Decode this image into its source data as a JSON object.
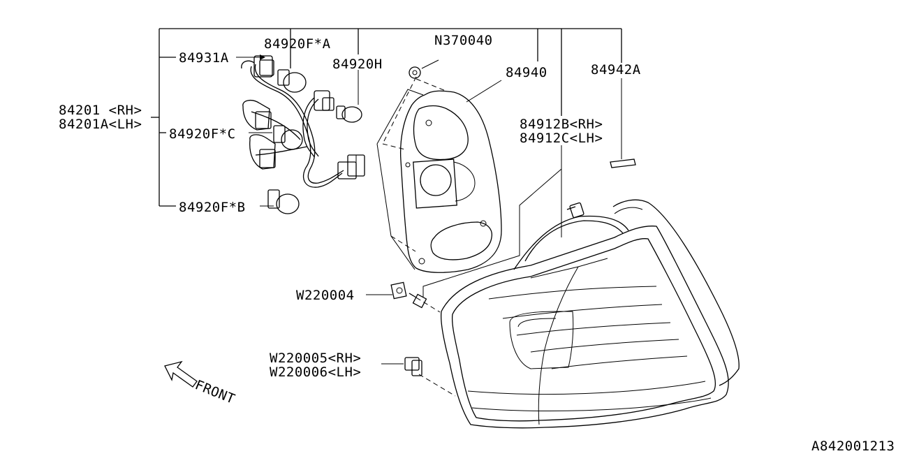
{
  "diagram": {
    "labels": {
      "assy_rh": "84201 <RH>",
      "assy_lh": "84201A<LH>",
      "socket": "84931A",
      "bulb_a": "84920F*A",
      "bulb_h": "84920H",
      "bulb_c": "84920F*C",
      "bulb_b": "84920F*B",
      "nut": "N370040",
      "bracket": "84940",
      "seal": "84942A",
      "lens_rh": "84912B<RH>",
      "lens_lh": "84912C<LH>",
      "bolt": "W220004",
      "clip_rh": "W220005<RH>",
      "clip_lh": "W220006<LH>",
      "front": "FRONT",
      "code": "A842001213"
    }
  }
}
